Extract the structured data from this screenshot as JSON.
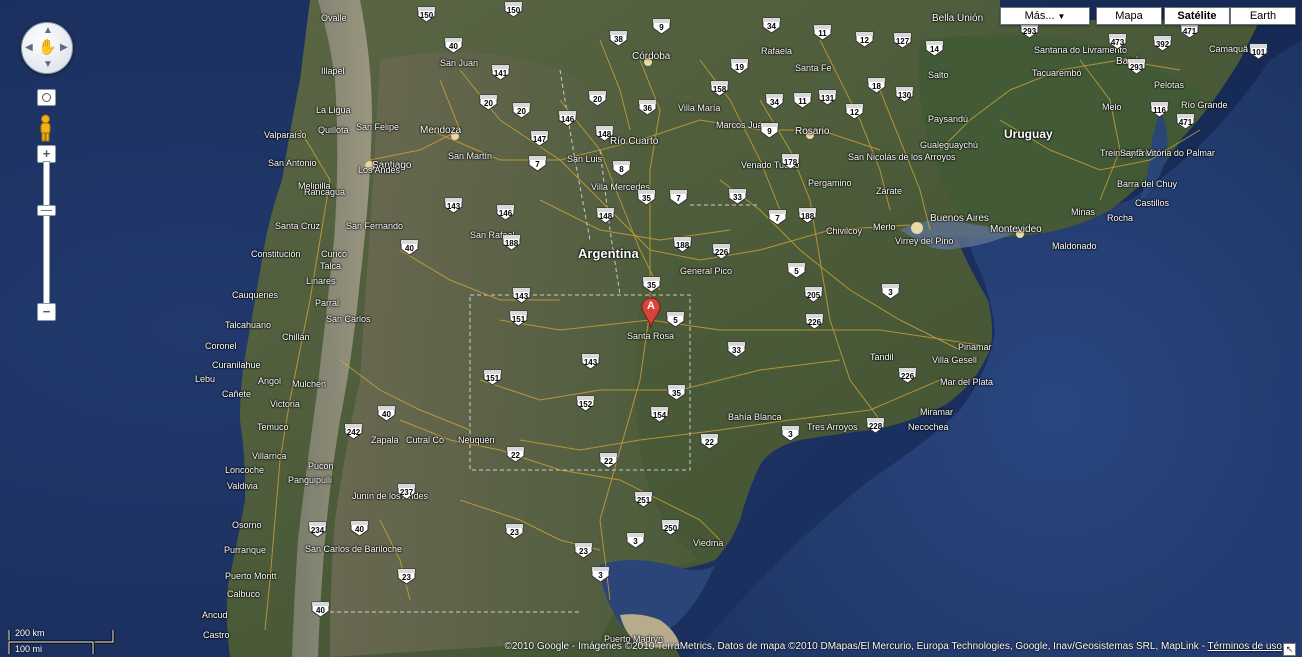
{
  "map_types": {
    "more_label": "Más...",
    "map_label": "Mapa",
    "satellite_label": "Satélite",
    "earth_label": "Earth",
    "selected": "Satélite"
  },
  "controls": {
    "pan_icon": "pan-hand-icon",
    "zoom_in": "+",
    "zoom_out": "−",
    "zoom_level_fraction": 0.66,
    "street_view_icon": "pegman-icon"
  },
  "marker": {
    "label": "A",
    "place": "Santa Rosa",
    "color": "#d9443a"
  },
  "labels": {
    "country_argentina": "Argentina",
    "country_uruguay": "Uruguay",
    "cities": [
      "Ovalle",
      "Illapel",
      "La Ligua",
      "Valparaíso",
      "Quillota",
      "San Antonio",
      "Melipilla",
      "Rancagua",
      "Santiago",
      "Los Andes",
      "San Felipe",
      "Mendoza",
      "San Martín",
      "San Juan",
      "San Luis",
      "Villa Mercedes",
      "Río Cuarto",
      "Córdoba",
      "Villa María",
      "Marcos Juárez",
      "Venado Tuerto",
      "Rafaela",
      "Santa Fe",
      "Rosario",
      "Pergamino",
      "San Nicolás de los Arroyos",
      "Zárate",
      "Chivilcoy",
      "Merlo",
      "Buenos Aires",
      "Virrey del Pino",
      "Montevideo",
      "Maldonado",
      "Salto",
      "Paysandú",
      "Gualeguaychú",
      "Tacuarembó",
      "Melo",
      "Bagé",
      "Pelotas",
      "Río Grande",
      "Camaquã",
      "Santana do Livramento",
      "Bella Unión",
      "Treinta y Tres",
      "Santa Vitória do Palmar",
      "Barra del Chuy",
      "Castillos",
      "Rocha",
      "Minas",
      "Santa Cruz",
      "San Fernando",
      "Constitución",
      "Curicó",
      "Talca",
      "Linares",
      "Cauquenes",
      "Parral",
      "San Carlos",
      "Chillán",
      "Talcahuano",
      "Coronel",
      "Curanilahue",
      "Lebu",
      "Angol",
      "Mulchén",
      "Cañete",
      "Victoria",
      "Temuco",
      "Villarrica",
      "Pucón",
      "Panguipulli",
      "Loncoche",
      "Valdivia",
      "Junín de los Andes",
      "Osorno",
      "Purranque",
      "San Carlos de Bariloche",
      "Puerto Montt",
      "Calbuco",
      "Ancud",
      "Castro",
      "Zapala",
      "Cutral Có",
      "Neuquén",
      "Bahía Blanca",
      "Tres Arroyos",
      "Necochea",
      "Miramar",
      "Mar del Plata",
      "Villa Gesell",
      "Pinamar",
      "Tandil",
      "General Pico",
      "Santa Rosa",
      "San Rafael",
      "Viedma",
      "Puerto Madryn"
    ]
  },
  "scale": {
    "km_label": "200 km",
    "mi_label": "100 mi"
  },
  "attribution": {
    "text": "©2010 Google - Imágenes ©2010 TerraMetrics, Datos de mapa ©2010 DMapas/El Mercurio, Europa Technologies, Google, Inav/Geosistemas SRL, MapLink - ",
    "terms_link": "Términos de uso"
  },
  "colors": {
    "ocean": "#22386b",
    "land": "#4b5a3c",
    "roads": "#d7a838",
    "mountain": "#8d8a7e",
    "marker": "#d9443a"
  }
}
